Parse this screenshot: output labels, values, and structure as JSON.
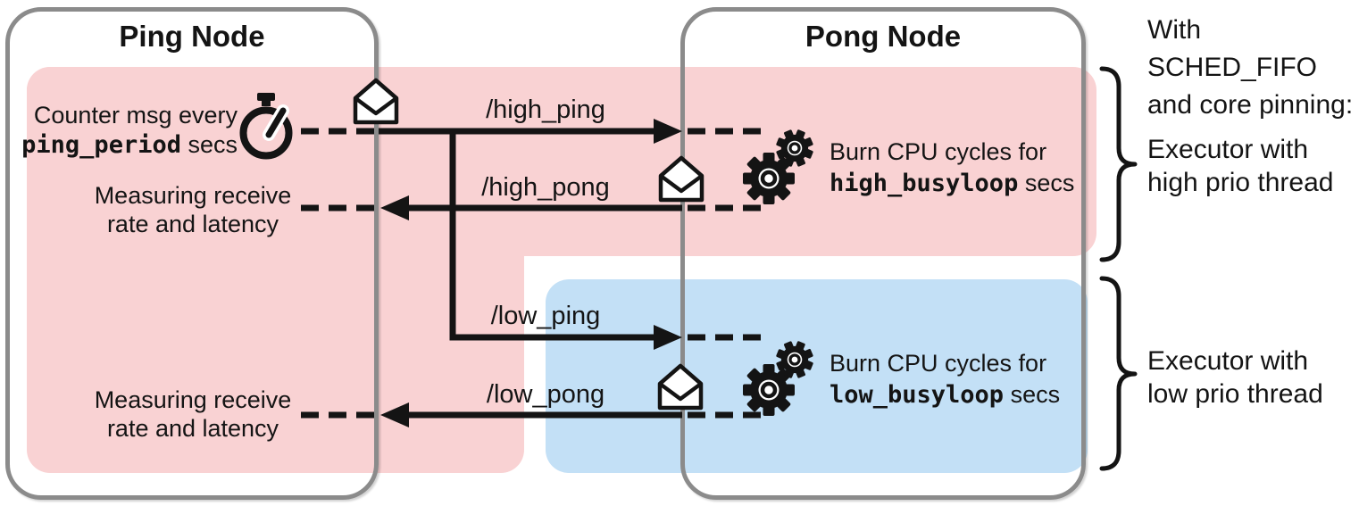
{
  "colors": {
    "high_region": "#f9d2d3",
    "low_region": "#c3e0f6",
    "node_border": "#8b8b8b",
    "ink": "#141414"
  },
  "ping_node": {
    "title": "Ping Node",
    "timer": {
      "line1": "Counter msg every",
      "code": "ping_period",
      "suffix": " secs"
    },
    "measure_high": {
      "line1": "Measuring receive",
      "line2": "rate and latency"
    },
    "measure_low": {
      "line1": "Measuring receive",
      "line2": "rate and latency"
    }
  },
  "pong_node": {
    "title": "Pong Node",
    "burn_high": {
      "line1": "Burn CPU cycles for",
      "code": "high_busyloop",
      "suffix": " secs"
    },
    "burn_low": {
      "line1": "Burn CPU cycles for",
      "code": "low_busyloop",
      "suffix": " secs"
    }
  },
  "topics": {
    "high_ping": "/high_ping",
    "high_pong": "/high_pong",
    "low_ping": "/low_ping",
    "low_pong": "/low_pong"
  },
  "annotation": {
    "header": {
      "line1": "With SCHED_FIFO",
      "line2": "and core pinning:"
    },
    "executor_high": {
      "line1": "Executor with",
      "line2": "high prio thread"
    },
    "executor_low": {
      "line1": "Executor with",
      "line2": "low prio thread"
    }
  },
  "icons": {
    "timer": "stopwatch-icon",
    "message": "envelope-icon",
    "burn": "gears-icon",
    "group": "curly-brace"
  }
}
